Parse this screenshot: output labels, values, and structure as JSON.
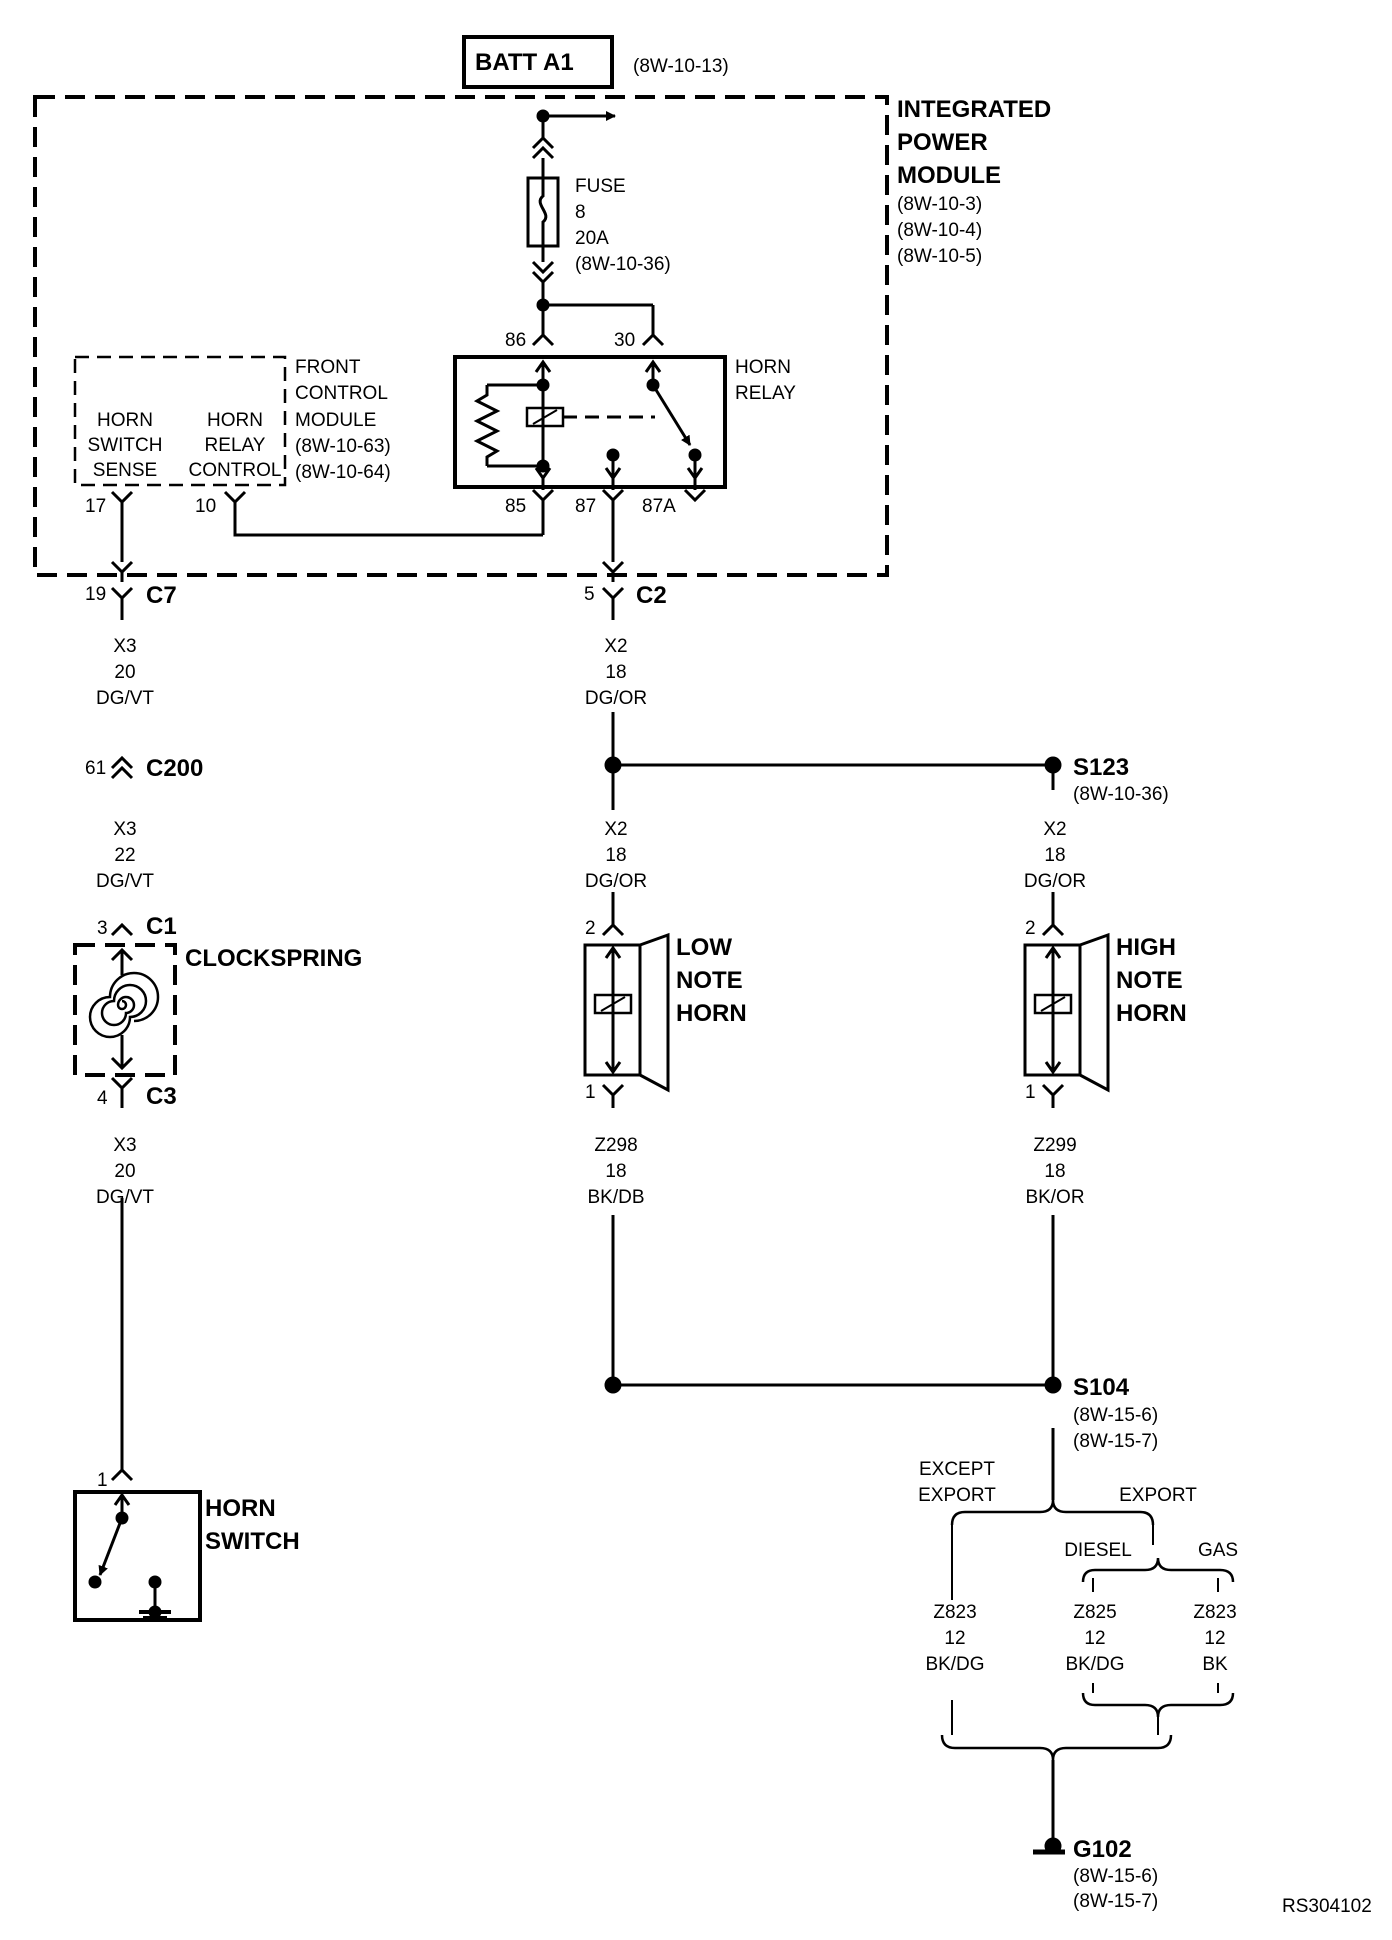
{
  "batt": {
    "label": "BATT A1",
    "ref": "(8W-10-13)"
  },
  "ipm": {
    "title_lines": [
      "INTEGRATED",
      "POWER",
      "MODULE"
    ],
    "refs": [
      "(8W-10-3)",
      "(8W-10-4)",
      "(8W-10-5)"
    ]
  },
  "fuse": {
    "lines": [
      "FUSE",
      "8",
      "20A",
      "(8W-10-36)"
    ]
  },
  "relay": {
    "title_lines": [
      "HORN",
      "RELAY"
    ],
    "pins": {
      "p86": "86",
      "p30": "30",
      "p85": "85",
      "p87": "87",
      "p87a": "87A"
    }
  },
  "fcm": {
    "title_lines": [
      "FRONT",
      "CONTROL",
      "MODULE",
      "(8W-10-63)",
      "(8W-10-64)"
    ],
    "horn_switch_sense": [
      "HORN",
      "SWITCH",
      "SENSE"
    ],
    "horn_relay_control": [
      "HORN",
      "RELAY",
      "CONTROL"
    ],
    "pin_sense": "17",
    "pin_control": "10"
  },
  "connectors": {
    "c7": {
      "name": "C7",
      "pin": "19"
    },
    "c2": {
      "name": "C2",
      "pin": "5"
    },
    "c200": {
      "name": "C200",
      "pin": "61"
    },
    "c1": {
      "name": "C1",
      "pin": "3"
    },
    "c3": {
      "name": "C3",
      "pin": "4"
    }
  },
  "wires": {
    "w1": [
      "X3",
      "20",
      "DG/VT"
    ],
    "w2": [
      "X3",
      "22",
      "DG/VT"
    ],
    "w3": [
      "X3",
      "20",
      "DG/VT"
    ],
    "w4": [
      "X2",
      "18",
      "DG/OR"
    ],
    "w5": [
      "X2",
      "18",
      "DG/OR"
    ],
    "w6": [
      "X2",
      "18",
      "DG/OR"
    ],
    "w7": [
      "Z298",
      "18",
      "BK/DB"
    ],
    "w8": [
      "Z299",
      "18",
      "BK/OR"
    ],
    "w9": [
      "Z823",
      "12",
      "BK/DG"
    ],
    "w10": [
      "Z825",
      "12",
      "BK/DG"
    ],
    "w11": [
      "Z823",
      "12",
      "BK"
    ]
  },
  "clockspring": {
    "label": "CLOCKSPRING"
  },
  "splices": {
    "s123": {
      "name": "S123",
      "refs": [
        "(8W-10-36)"
      ]
    },
    "s104": {
      "name": "S104",
      "refs": [
        "(8W-15-6)",
        "(8W-15-7)"
      ]
    }
  },
  "low_horn": {
    "lines": [
      "LOW",
      "NOTE",
      "HORN"
    ],
    "pin_top": "2",
    "pin_bottom": "1"
  },
  "high_horn": {
    "lines": [
      "HIGH",
      "NOTE",
      "HORN"
    ],
    "pin_top": "2",
    "pin_bottom": "1"
  },
  "horn_switch": {
    "lines": [
      "HORN",
      "SWITCH"
    ],
    "pin": "1"
  },
  "options": {
    "except_export": [
      "EXCEPT",
      "EXPORT"
    ],
    "export": "EXPORT",
    "diesel": "DIESEL",
    "gas": "GAS"
  },
  "ground": {
    "name": "G102",
    "refs": [
      "(8W-15-6)",
      "(8W-15-7)"
    ]
  },
  "figure_id": "RS304102"
}
